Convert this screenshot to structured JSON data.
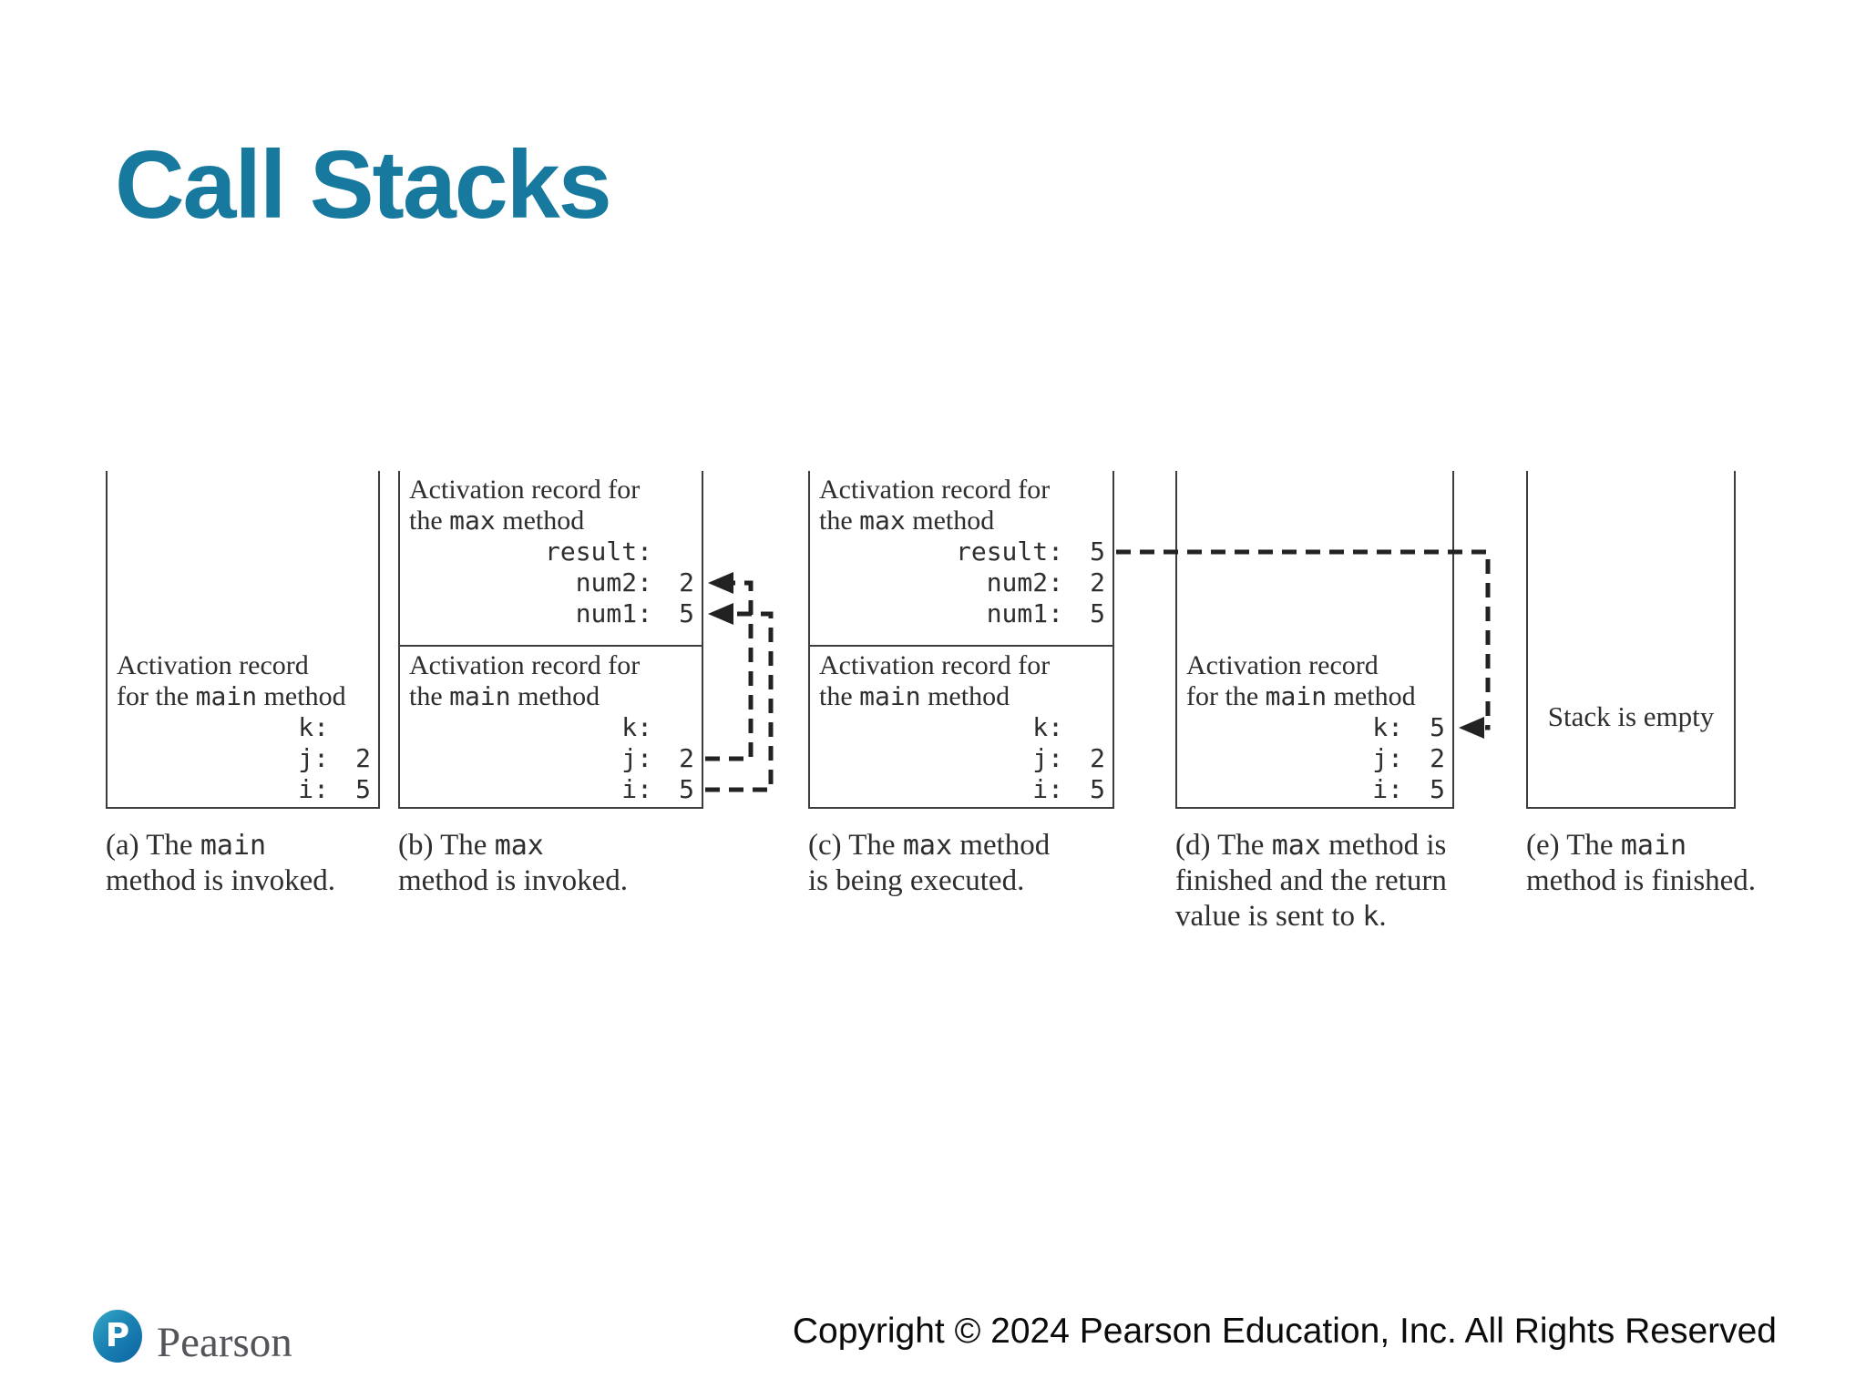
{
  "title": "Call Stacks",
  "colors": {
    "title_accent": "#17799E",
    "diagram_ink": "#2e2e2e",
    "logo_blue": "#0d63a2"
  },
  "panels": [
    {
      "label": "a",
      "rec_main": {
        "h1": "Activation record",
        "h2a": "for the ",
        "h2b": "main",
        "h2c": " method",
        "vars": [
          {
            "name": "k:",
            "value": ""
          },
          {
            "name": "j:",
            "value": "2"
          },
          {
            "name": "i:",
            "value": "5"
          }
        ]
      },
      "caption": {
        "l1a": "(a) The ",
        "l1b": "main",
        "l1c": "",
        "l2": "method is invoked.",
        "l3a": "",
        "l3b": "",
        "l3c": ""
      }
    },
    {
      "label": "b",
      "rec_max": {
        "h1": "Activation record for",
        "h2a": "the ",
        "h2b": "max",
        "h2c": " method",
        "vars": [
          {
            "name": "result:",
            "value": ""
          },
          {
            "name": "num2:",
            "value": "2"
          },
          {
            "name": "num1:",
            "value": "5"
          }
        ]
      },
      "rec_main": {
        "h1": "Activation record for",
        "h2a": "the ",
        "h2b": "main",
        "h2c": " method",
        "vars": [
          {
            "name": "k:",
            "value": ""
          },
          {
            "name": "j:",
            "value": "2"
          },
          {
            "name": "i:",
            "value": "5"
          }
        ]
      },
      "caption": {
        "l1a": "(b) The ",
        "l1b": "max",
        "l1c": "",
        "l2": "method is invoked.",
        "l3a": "",
        "l3b": "",
        "l3c": ""
      }
    },
    {
      "label": "c",
      "rec_max": {
        "h1": "Activation record for",
        "h2a": "the ",
        "h2b": "max",
        "h2c": " method",
        "vars": [
          {
            "name": "result:",
            "value": "5"
          },
          {
            "name": "num2:",
            "value": "2"
          },
          {
            "name": "num1:",
            "value": "5"
          }
        ]
      },
      "rec_main": {
        "h1": "Activation record for",
        "h2a": "the ",
        "h2b": "main",
        "h2c": " method",
        "vars": [
          {
            "name": "k:",
            "value": ""
          },
          {
            "name": "j:",
            "value": "2"
          },
          {
            "name": "i:",
            "value": "5"
          }
        ]
      },
      "caption": {
        "l1a": "(c) The ",
        "l1b": "max",
        "l1c": " method",
        "l2": "is being executed.",
        "l3a": "",
        "l3b": "",
        "l3c": ""
      }
    },
    {
      "label": "d",
      "rec_main": {
        "h1": "Activation record",
        "h2a": "for the ",
        "h2b": "main",
        "h2c": " method",
        "vars": [
          {
            "name": "k:",
            "value": "5"
          },
          {
            "name": "j:",
            "value": "2"
          },
          {
            "name": "i:",
            "value": "5"
          }
        ]
      },
      "caption": {
        "l1a": "(d) The ",
        "l1b": "max",
        "l1c": " method is",
        "l2": "finished and the return",
        "l3a": "value is sent to ",
        "l3b": "k",
        "l3c": "."
      }
    },
    {
      "label": "e",
      "empty_text": "Stack is empty",
      "caption": {
        "l1a": "(e) The ",
        "l1b": "main",
        "l1c": "",
        "l2": "method is finished.",
        "l3a": "",
        "l3b": "",
        "l3c": ""
      }
    }
  ],
  "footer": {
    "logo_letter": "P",
    "brand": "Pearson",
    "copyright": "Copyright © 2024 Pearson Education, Inc. All Rights Reserved"
  }
}
